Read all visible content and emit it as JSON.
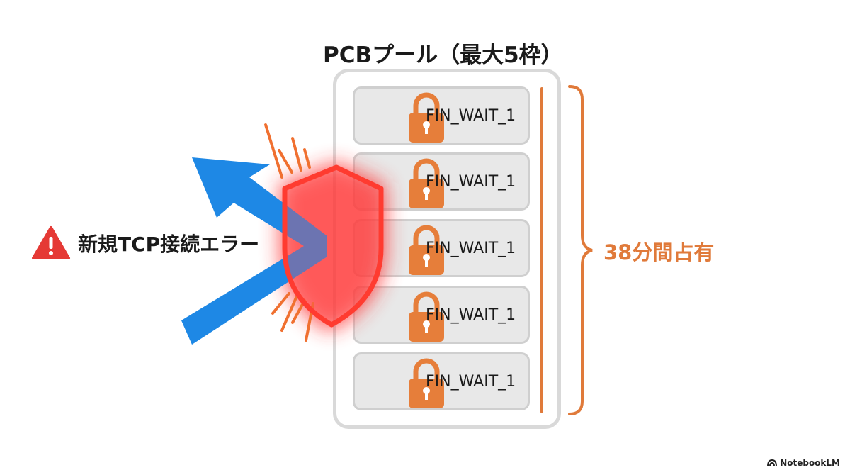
{
  "title": "PCBプール（最大5枠）",
  "slots": [
    {
      "state": "FIN_WAIT_1",
      "icon": "lock-icon"
    },
    {
      "state": "FIN_WAIT_1",
      "icon": "lock-icon"
    },
    {
      "state": "FIN_WAIT_1",
      "icon": "lock-icon"
    },
    {
      "state": "FIN_WAIT_1",
      "icon": "lock-icon"
    },
    {
      "state": "FIN_WAIT_1",
      "icon": "lock-icon"
    }
  ],
  "occupation_label": "38分間占有",
  "error": {
    "label": "新規TCP接続エラー",
    "icon": "warning-icon"
  },
  "brand": "NotebookLM",
  "colors": {
    "accent_orange": "#e07a3a",
    "arrow_blue": "#1e88e5",
    "shield_red": "#ff3b30",
    "warning_red": "#e53935",
    "slot_fill": "#e8e8e8",
    "pool_border": "#d9d9d9"
  }
}
